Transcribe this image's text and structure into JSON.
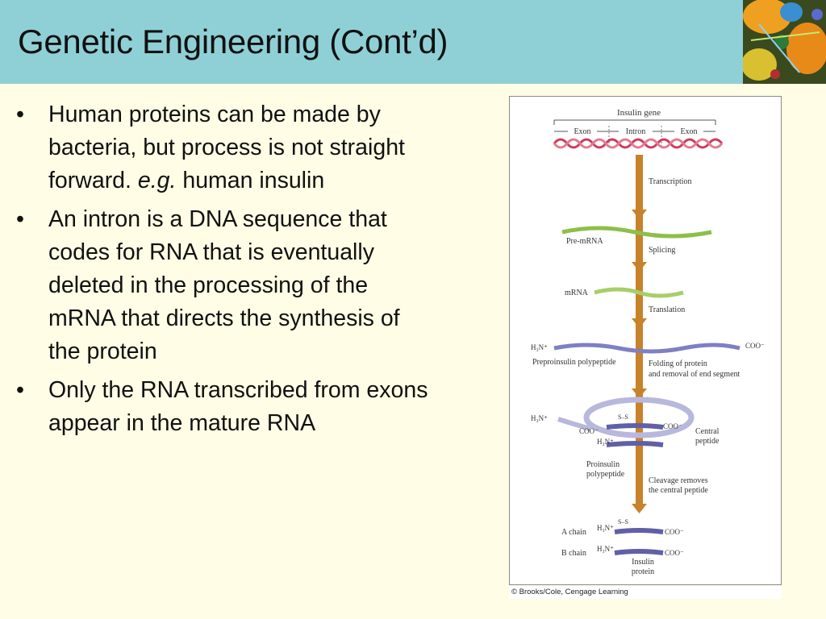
{
  "slide": {
    "title": "Genetic Engineering (Cont’d)",
    "bullets": [
      {
        "marker": "•",
        "text_before": "Human proteins can be made by bacteria, but process is not straight forward. ",
        "emphasis": "e.g.",
        "text_after": " human insulin"
      },
      {
        "marker": "•",
        "text_before": " An intron is a DNA sequence that codes for RNA that is eventually deleted in the processing of the mRNA that directs the synthesis of the protein",
        "emphasis": "",
        "text_after": ""
      },
      {
        "marker": "•",
        "text_before": "Only the RNA transcribed from exons appear in the mature RNA",
        "emphasis": "",
        "text_after": ""
      }
    ]
  },
  "figure": {
    "gene_label": "Insulin gene",
    "exon_left": "Exon",
    "intron": "Intron",
    "exon_right": "Exon",
    "step_transcription": "Transcription",
    "pre_mrna": "Pre-mRNA",
    "step_splicing": "Splicing",
    "mrna": "mRNA",
    "step_translation": "Translation",
    "h3n": "H₃N⁺",
    "coo": "COO⁻",
    "preproinsulin": "Preproinsulin polypeptide",
    "step_folding_1": "Folding of protein",
    "step_folding_2": "and removal of end segment",
    "ss": "S–S",
    "central_1": "Central",
    "central_2": "peptide",
    "proinsulin_1": "Proinsulin",
    "proinsulin_2": "polypeptide",
    "step_cleavage_1": "Cleavage removes",
    "step_cleavage_2": "the central peptide",
    "a_chain": "A chain",
    "b_chain": "B chain",
    "insulin_1": "Insulin",
    "insulin_2": "protein",
    "credit": "© Brooks/Cole, Cengage Learning"
  },
  "colors": {
    "header": "#8fd0d6",
    "background": "#fffde5",
    "dna": "#d03a5a",
    "rna": "#8cbf4a",
    "arrow": "#c8822a",
    "protein": "#7f7fc4"
  }
}
